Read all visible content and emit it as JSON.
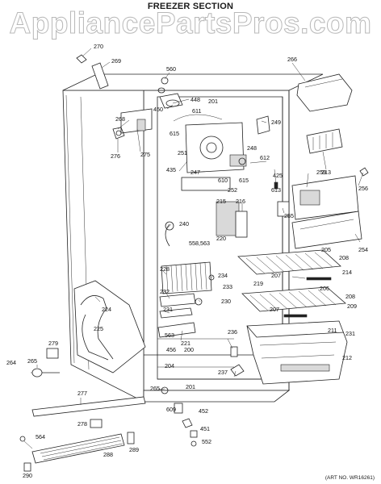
{
  "header": {
    "title": "FREEZER SECTION",
    "watermark": "AppliancePartsPros.com"
  },
  "footer": {
    "art_no": "(ART NO. WR16261)"
  },
  "diagram": {
    "part_labels": [
      "270",
      "269",
      "560",
      "266",
      "448",
      "450",
      "611",
      "201",
      "268",
      "249",
      "615",
      "251",
      "248",
      "276",
      "275",
      "435",
      "247",
      "612",
      "213",
      "610",
      "615",
      "252",
      "613",
      "425",
      "259",
      "256",
      "255",
      "216",
      "215",
      "240",
      "220",
      "558,563",
      "254",
      "228",
      "205",
      "234",
      "208",
      "207",
      "214",
      "219",
      "233",
      "232",
      "206",
      "230",
      "208",
      "209",
      "224",
      "231",
      "207",
      "221",
      "211",
      "563",
      "231",
      "225",
      "236",
      "456",
      "200",
      "212",
      "279",
      "264",
      "265",
      "204",
      "237",
      "201",
      "265",
      "277",
      "609",
      "452",
      "278",
      "451",
      "552",
      "564",
      "289",
      "288",
      "290"
    ]
  }
}
